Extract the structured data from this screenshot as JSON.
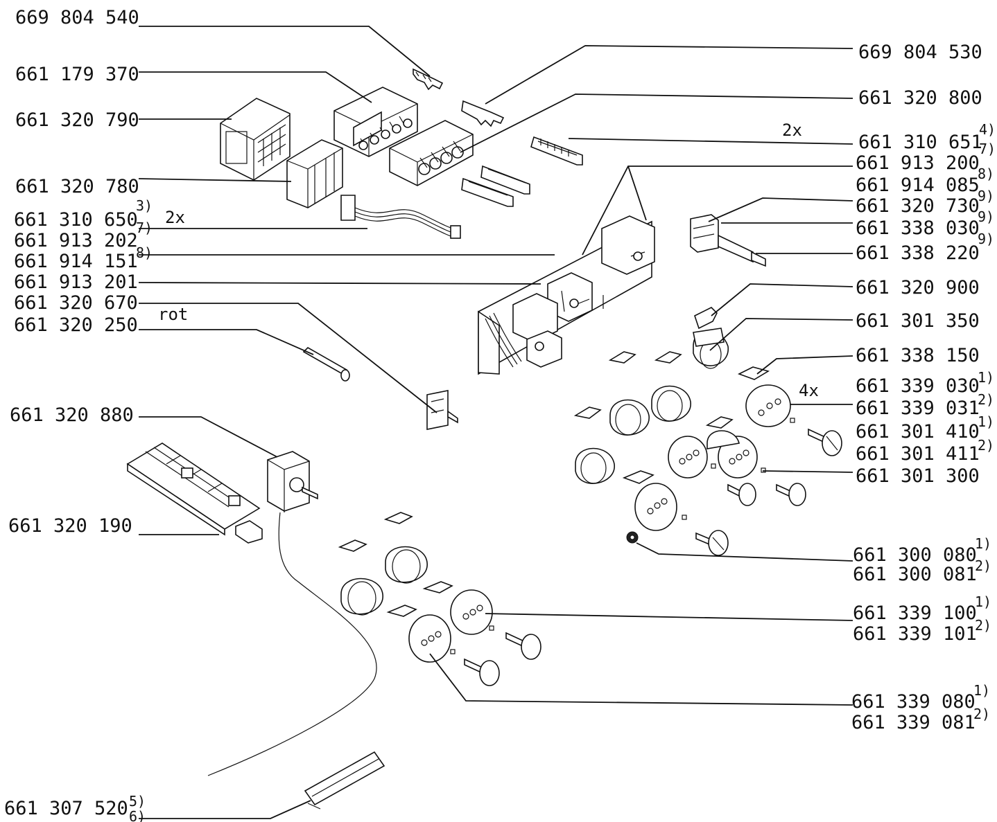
{
  "labels": {
    "l1": "669 804 540",
    "l2": "661 179 370",
    "l3": "661 320 790",
    "l4": "661 320 780",
    "l5": "661 310 650",
    "l5s": "3)",
    "l6": "661 913 202",
    "l6s": "7)",
    "l7": "661 914 151",
    "l7s": "8)",
    "l8": "661 913 201",
    "l9": "661 320 670",
    "l10": "661 320 250",
    "l11": "661 320 880",
    "l12": "661 320 190",
    "l13": "661 307 520",
    "l13s1": "5)",
    "l13s2": "6)",
    "r1": "669 804 530",
    "r2": "661 320 800",
    "r3": "661 310 651",
    "r3s1": "4)",
    "r3s2": "7)",
    "r4": "661 913 200",
    "r4s": "8)",
    "r5": "661 914 085",
    "r5s": "9)",
    "r6": "661 320 730",
    "r6s": "9)",
    "r7": "661 338 030",
    "r7s": "9)",
    "r8": "661 338 220",
    "r9": "661 320 900",
    "r10": "661 301 350",
    "r11": "661 338 150",
    "r12": "661 339 030",
    "r12s": "1)",
    "r13": "661 339 031",
    "r13s": "2)",
    "r14": "661 301 410",
    "r14s": "1)",
    "r15": "661 301 411",
    "r15s": "2)",
    "r16": "661 301 300",
    "r17": "661 300 080",
    "r17s": "1)",
    "r18": "661 300 081",
    "r18s": "2)",
    "r19": "661 339 100",
    "r19s": "1)",
    "r20": "661 339 101",
    "r20s": "2)",
    "r21": "661 339 080",
    "r21s": "1)",
    "r22": "661 339 081",
    "r22s": "2)"
  },
  "notes": {
    "n2x_left": "2x",
    "n2x_right": "2x",
    "n4x": "4x",
    "rot": "rot"
  }
}
